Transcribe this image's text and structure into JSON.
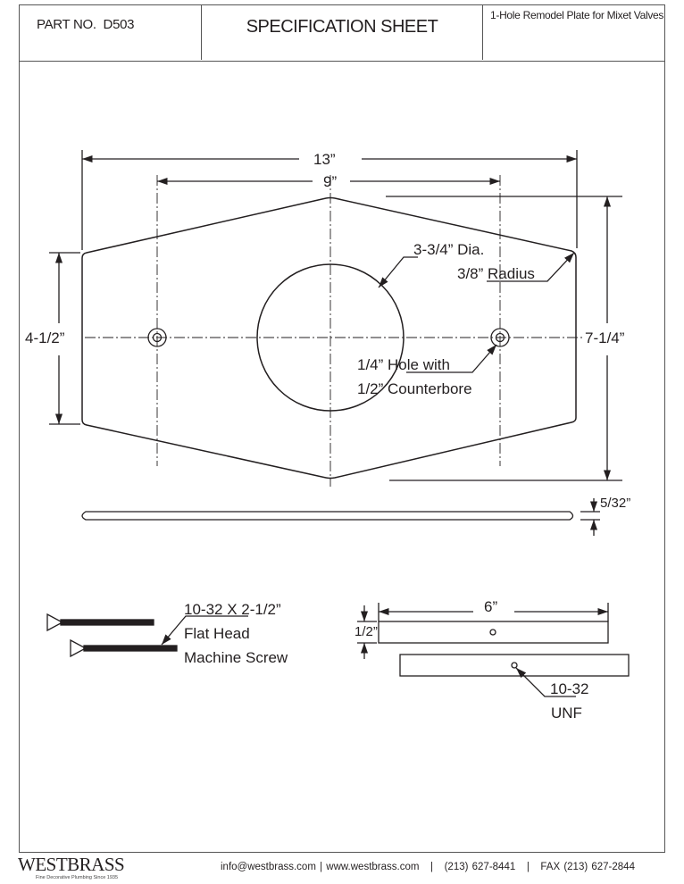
{
  "header": {
    "part_no_label": "PART NO.",
    "part_no": "D503",
    "title": "SPECIFICATION SHEET",
    "description": "1-Hole Remodel Plate for Mixet Valves"
  },
  "drawing": {
    "overall_width": "13”",
    "hole_spacing": "9”",
    "side_height": "4-1/2”",
    "overall_height": "7-1/4”",
    "center_hole": "3-3/4” Dia.",
    "corner_radius": "3/8” Radius",
    "mount_hole_line1": "1/4” Hole with",
    "mount_hole_line2": "1/2” Counterbore",
    "thickness": "5/32”",
    "screw_line1": "10-32 X 2-1/2”",
    "screw_line2": "Flat Head",
    "screw_line3": "Machine Screw",
    "bar_length": "6”",
    "bar_height": "1/2”",
    "thread_line1": "10-32",
    "thread_line2": "UNF"
  },
  "footer": {
    "brand": "WESTBRASS",
    "tagline": "Fine Decorative Plumbing Since 1935",
    "contact": "info@westbrass.com | www.westbrass.com   |   (213) 627-8441   |   FAX (213) 627-2844"
  }
}
